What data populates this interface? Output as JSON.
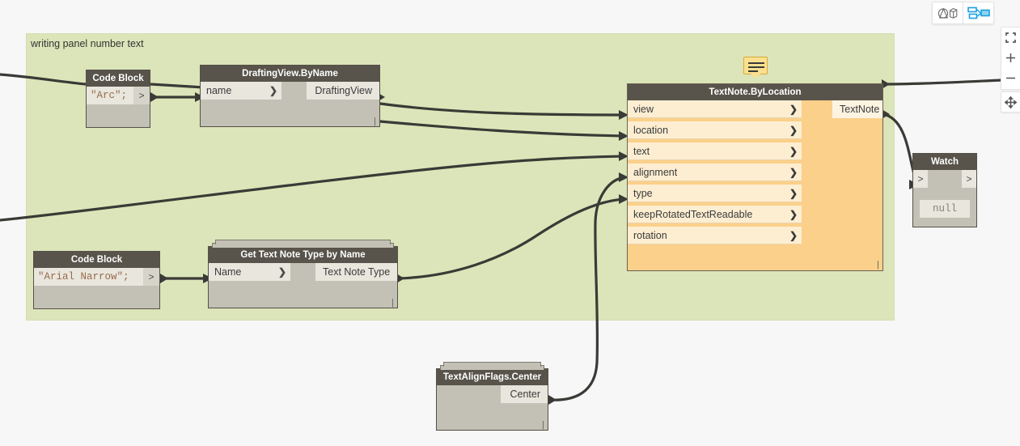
{
  "canvas": {
    "background_color": "#f7f7f7",
    "group": {
      "title": "writing panel number text",
      "color": "#dbe5b9"
    }
  },
  "toolbar_top": {
    "buttons": [
      {
        "name": "geometry-view-toggle",
        "label": "3D Geometry View",
        "active": false
      },
      {
        "name": "graph-view-toggle",
        "label": "Graph View",
        "active": true
      }
    ],
    "accent_color": "#1a9fe0"
  },
  "toolbar_right": {
    "buttons": [
      {
        "name": "fit-to-screen-button",
        "label": "Zoom to Fit"
      },
      {
        "name": "zoom-in-button",
        "label": "+"
      },
      {
        "name": "zoom-out-button",
        "label": "−"
      },
      {
        "name": "pan-button",
        "label": "Pan"
      }
    ]
  },
  "nodes": [
    {
      "id": "code-block-arc",
      "title": "Code Block",
      "code": "\"Arc\";",
      "port_glyph": ">",
      "state": "normal"
    },
    {
      "id": "drafting-view-by-name",
      "title": "DraftingView.ByName",
      "inputs": [
        {
          "label": "name"
        }
      ],
      "outputs": [
        {
          "label": "DraftingView"
        }
      ],
      "state": "normal"
    },
    {
      "id": "text-note-by-location",
      "title": "TextNote.ByLocation",
      "inputs": [
        {
          "label": "view"
        },
        {
          "label": "location"
        },
        {
          "label": "text"
        },
        {
          "label": "alignment"
        },
        {
          "label": "type"
        },
        {
          "label": "keepRotatedTextReadable"
        },
        {
          "label": "rotation"
        }
      ],
      "outputs": [
        {
          "label": "TextNote"
        }
      ],
      "state": "warning"
    },
    {
      "id": "watch",
      "title": "Watch",
      "in_glyph": ">",
      "out_glyph": ">",
      "value": "null",
      "state": "normal"
    },
    {
      "id": "code-block-arial-narrow",
      "title": "Code Block",
      "code": "\"Arial Narrow\";",
      "port_glyph": ">",
      "state": "normal"
    },
    {
      "id": "get-text-note-type-by-name",
      "title": "Get Text Note Type by Name",
      "inputs": [
        {
          "label": "Name"
        }
      ],
      "outputs": [
        {
          "label": "Text Note Type"
        }
      ],
      "custom": true,
      "state": "normal"
    },
    {
      "id": "text-align-flags-center",
      "title": "TextAlignFlags.Center",
      "inputs": [],
      "outputs": [
        {
          "label": "Center"
        }
      ],
      "custom": true,
      "state": "normal"
    }
  ],
  "note_bubble": {
    "name": "node-info-bubble",
    "tooltip": "Node note"
  },
  "colors": {
    "node_header": "#58544b",
    "node_body": "#c3c1b5",
    "port_bg": "#e8e6dd",
    "warning_body": "#fbd08a",
    "warning_port": "#fdeed2",
    "wire": "#3a3a36",
    "group_bg": "#dbe5b9",
    "code_text": "#9a6a4a"
  }
}
